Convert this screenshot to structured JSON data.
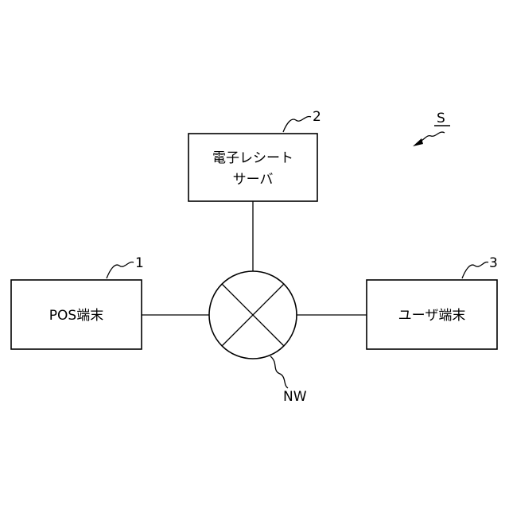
{
  "diagram": {
    "system_ref": "S",
    "server": {
      "label_line1": "電子レシート",
      "label_line2": "サーバ",
      "ref": "2"
    },
    "pos_terminal": {
      "label": "POS端末",
      "ref": "1"
    },
    "user_terminal": {
      "label": "ユーザ端末",
      "ref": "3"
    },
    "network": {
      "ref": "NW"
    },
    "colors": {
      "stroke": "#000000",
      "background": "#ffffff"
    }
  }
}
